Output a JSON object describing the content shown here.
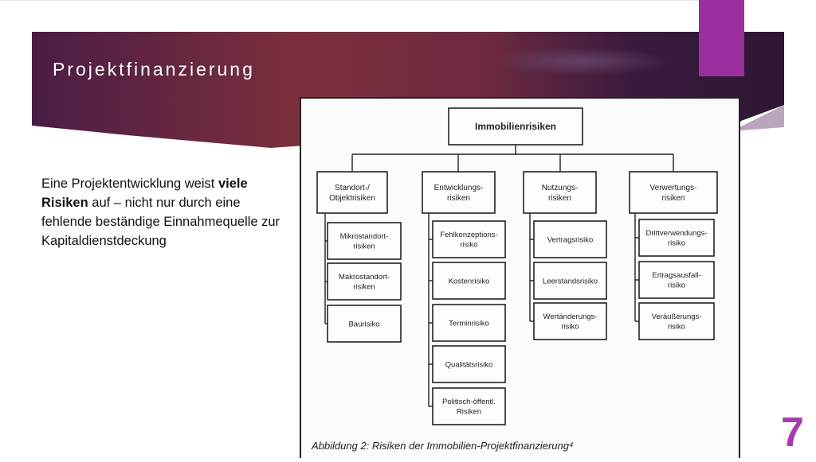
{
  "slide": {
    "title": "Projektfinanzierung",
    "number": "7",
    "body_parts": [
      "Eine Projektentwicklung weist ",
      "viele Risiken",
      " auf – nicht nur durch eine fehlende beständige Einnahmequelle zur Kapitaldienstdeckung"
    ]
  },
  "diagram": {
    "root": "Immobilienrisiken",
    "columns": [
      {
        "header": [
          "Standort-/",
          "Objektrisiken"
        ],
        "items": [
          [
            "Mikrostandort-",
            "risiken"
          ],
          [
            "Makrostandort-",
            "risiken"
          ],
          [
            "Baurisiko"
          ]
        ]
      },
      {
        "header": [
          "Entwicklungs-",
          "risiken"
        ],
        "items": [
          [
            "Fehlkonzeptions-",
            "risiko"
          ],
          [
            "Kostenrisiko"
          ],
          [
            "Terminrisiko"
          ],
          [
            "Qualitätsrisiko"
          ],
          [
            "Politisch-öffentl.",
            "Risiken"
          ]
        ]
      },
      {
        "header": [
          "Nutzungs-",
          "risiken"
        ],
        "items": [
          [
            "Vertragsrisiko"
          ],
          [
            "Leerstandsrisiko"
          ],
          [
            "Wertänderungs-",
            "risiko"
          ]
        ]
      },
      {
        "header": [
          "Verwertungs-",
          "risiken"
        ],
        "items": [
          [
            "Drittverwendungs-",
            "risiko"
          ],
          [
            "Ertragsausfall-",
            "risiko"
          ],
          [
            "Veräußerungs-",
            "risiko"
          ]
        ]
      }
    ],
    "caption": "Abbildung 2: Risiken der Immobilien-Projektfinanzierung⁴"
  },
  "colors": {
    "banner_dark": "#3a1a3d",
    "banner_red": "#7a2e3e",
    "accent": "#9b2f9f",
    "slide_number": "#a93ab0"
  }
}
